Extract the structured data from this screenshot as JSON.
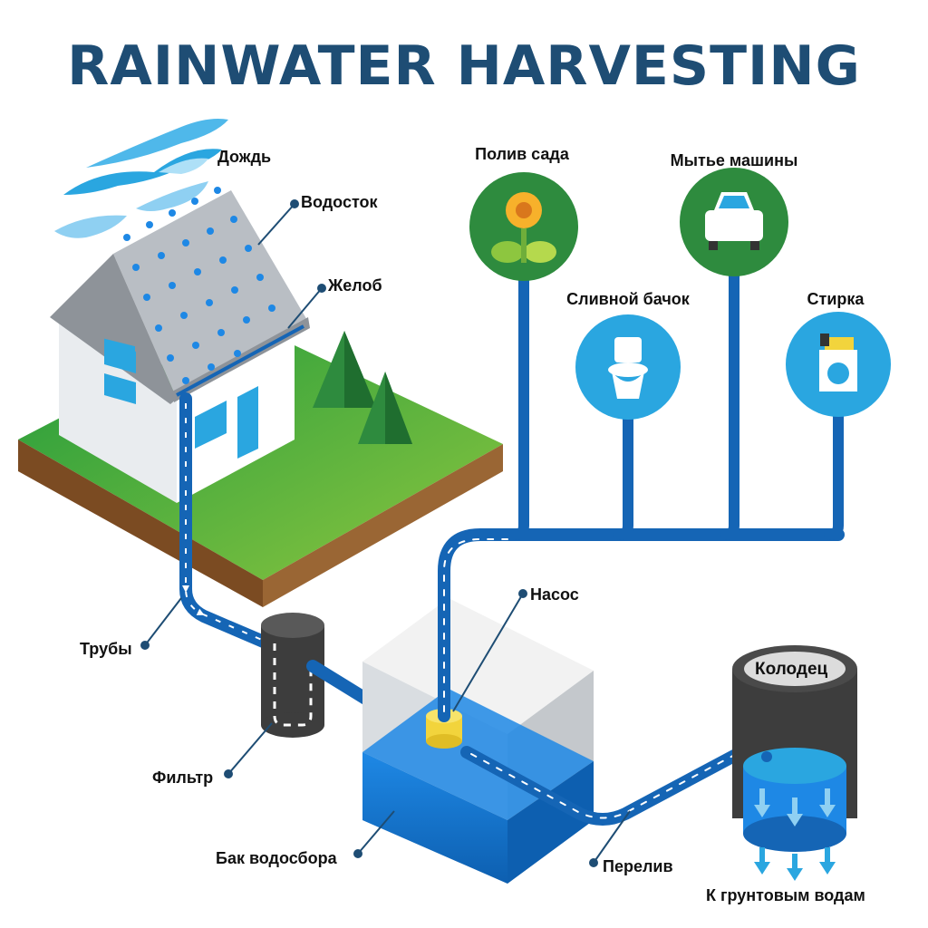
{
  "title": "RAINWATER HARVESTING",
  "labels": {
    "rain": "Дождь",
    "downspout": "Водосток",
    "gutter": "Желоб",
    "pipes": "Трубы",
    "filter": "Фильтр",
    "tank": "Бак водосбора",
    "pump": "Насос",
    "overflow": "Перелив",
    "well": "Колодец",
    "groundwater": "К грунтовым водам"
  },
  "uses": [
    {
      "label": "Полив сада",
      "icon": "flower-icon",
      "color": "#2e8b3e"
    },
    {
      "label": "Мытье машины",
      "icon": "car-icon",
      "color": "#2e8b3e"
    },
    {
      "label": "Сливной бачок",
      "icon": "toilet-icon",
      "color": "#2aa6e0"
    },
    {
      "label": "Стирка",
      "icon": "washing-machine-icon",
      "color": "#2aa6e0"
    }
  ],
  "colors": {
    "title": "#1e4d74",
    "pipe": "#1565b5",
    "water": "#2aa6e0",
    "grass": "#3aa84a",
    "soil": "#8b5a2b"
  }
}
